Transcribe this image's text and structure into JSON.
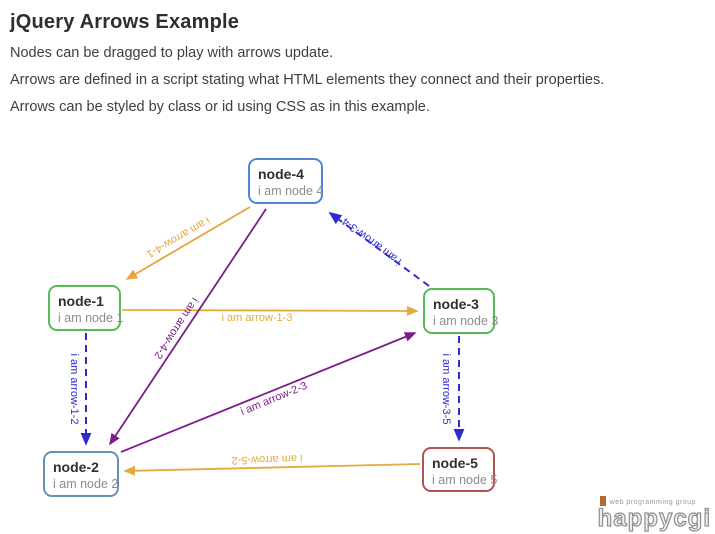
{
  "page": {
    "title": "jQuery Arrows Example",
    "description_lines": [
      "Nodes can be dragged to play with arrows update.",
      "Arrows are defined in a script stating what HTML elements they connect and their properties.",
      "Arrows can be styled by class or id using CSS as in this example."
    ]
  },
  "nodes": [
    {
      "id": "node-4",
      "title": "node-4",
      "subtitle": "i am node 4",
      "border_color": "#4f86d8"
    },
    {
      "id": "node-1",
      "title": "node-1",
      "subtitle": "i am node 1",
      "border_color": "#57bb57"
    },
    {
      "id": "node-3",
      "title": "node-3",
      "subtitle": "i am node 3",
      "border_color": "#57bb57"
    },
    {
      "id": "node-2",
      "title": "node-2",
      "subtitle": "i am node 2",
      "border_color": "#6590ba"
    },
    {
      "id": "node-5",
      "title": "node-5",
      "subtitle": "i am node 5",
      "border_color": "#b2534f"
    }
  ],
  "arrows": [
    {
      "id": "arrow-4-1",
      "label": "i am arrow-4-1",
      "from": "node-4",
      "to": "node-1",
      "color": "#e8a33c",
      "line_style": "solid"
    },
    {
      "id": "arrow-3-4",
      "label": "i am arrow-3-4",
      "from": "node-3",
      "to": "node-4",
      "color": "#2b2bd0",
      "line_style": "dashed"
    },
    {
      "id": "arrow-1-3",
      "label": "i am arrow-1-3",
      "from": "node-1",
      "to": "node-3",
      "color": "#e2ab3e",
      "line_style": "solid"
    },
    {
      "id": "arrow-4-2",
      "label": "i am arrow-4-2",
      "from": "node-4",
      "to": "node-2",
      "color": "#7d1b8d",
      "line_style": "solid"
    },
    {
      "id": "arrow-2-3",
      "label": "i am arrow-2-3",
      "from": "node-2",
      "to": "node-3",
      "color": "#7d1b8d",
      "line_style": "solid"
    },
    {
      "id": "arrow-1-2",
      "label": "i am arrow-1-2",
      "from": "node-1",
      "to": "node-2",
      "color": "#2b2bd0",
      "line_style": "dashed"
    },
    {
      "id": "arrow-3-5",
      "label": "i am arrow-3-5",
      "from": "node-3",
      "to": "node-5",
      "color": "#2b2bd0",
      "line_style": "dashed"
    },
    {
      "id": "arrow-5-2",
      "label": "i am arrow-5-2",
      "from": "node-5",
      "to": "node-2",
      "color": "#e2ab3e",
      "line_style": "solid"
    }
  ],
  "logo": {
    "tagline": "web programming group",
    "brand": "happycgi"
  }
}
